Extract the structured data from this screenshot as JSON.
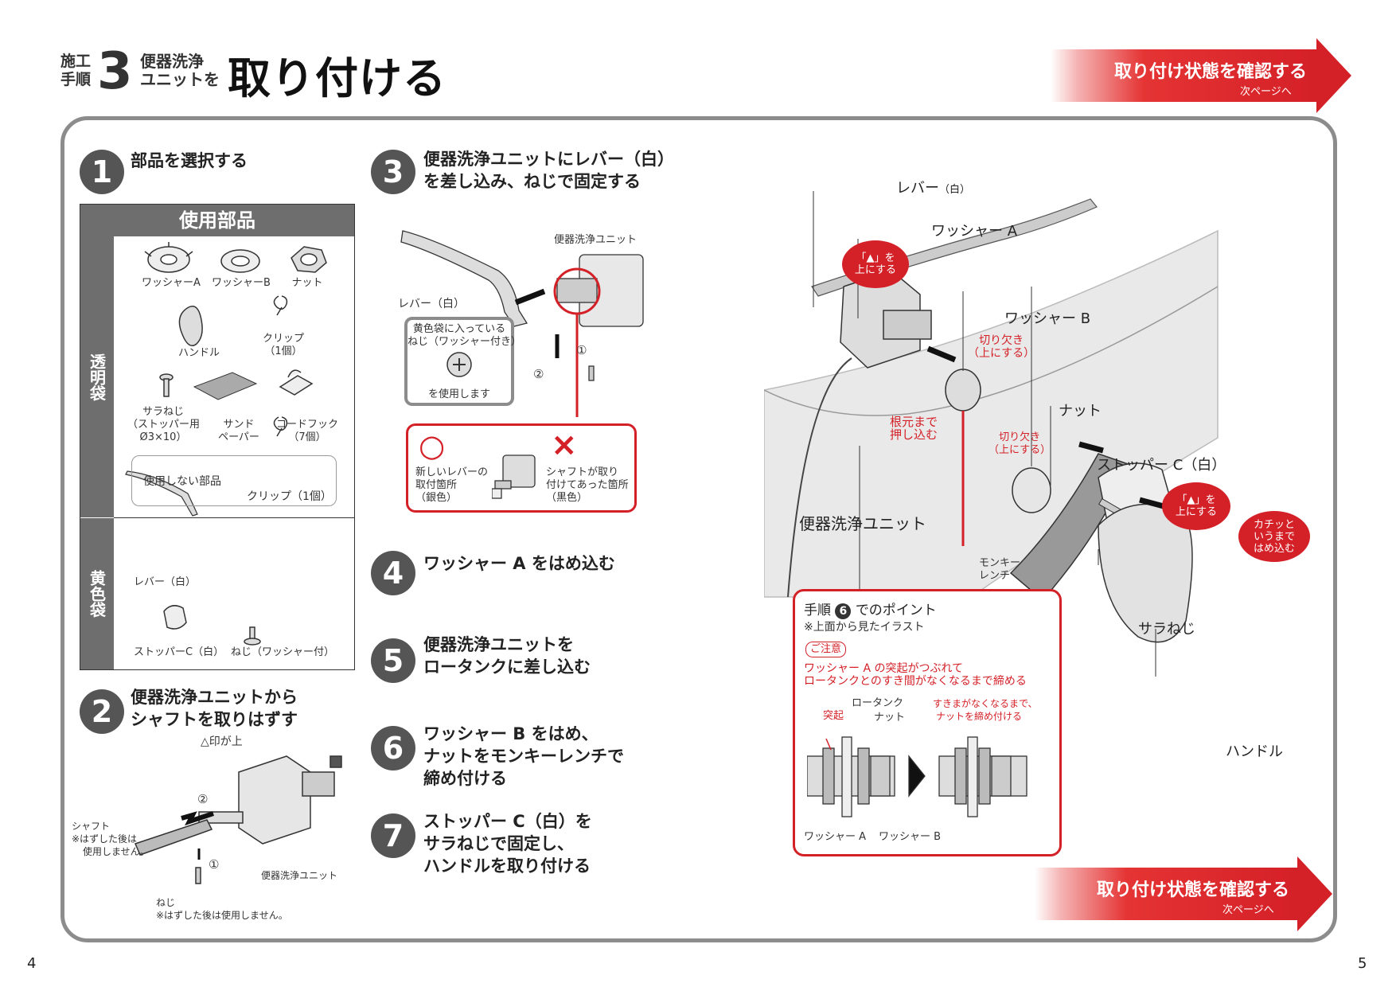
{
  "header": {
    "step_word_1": "施工",
    "step_word_2": "手順",
    "step_number": "3",
    "sub_1": "便器洗浄",
    "sub_2": "ユニットを",
    "title": "取り付ける"
  },
  "banner_top": {
    "label": "取り付け状態を確認する",
    "sub": "次ページへ"
  },
  "banner_bottom": {
    "label": "取り付け状態を確認する",
    "sub": "次ページへ"
  },
  "step1": {
    "number": "1",
    "text": "部品を選択する",
    "table_title": "使用部品",
    "clear_bag": "透明袋",
    "yellow_bag": "黄色袋",
    "parts_clear": [
      "ワッシャーA",
      "ワッシャーB",
      "ナット",
      "ハンドル",
      "クリップ",
      "（1個）",
      "サラねじ",
      "（ストッパー用",
      "Ø3×10）",
      "サンド",
      "ペーパー",
      "コードフック",
      "（7個）"
    ],
    "not_used_label": "使用しない部品",
    "not_used_item": "クリップ（1個）",
    "parts_yellow": [
      "レバー（白）",
      "ストッパーC（白）",
      "ねじ（ワッシャー付）"
    ]
  },
  "step2": {
    "number": "2",
    "text_1": "便器洗浄ユニットから",
    "text_2": "シャフトを取りはずす",
    "labels": {
      "triangle_up": "△印が上",
      "circled_2": "②",
      "circled_1": "①",
      "shaft": "シャフト",
      "shaft_note_1": "※はずした後は",
      "shaft_note_2": "使用しません。",
      "unit": "便器洗浄ユニット",
      "screw": "ねじ",
      "screw_note": "※はずした後は使用しません。"
    }
  },
  "step3": {
    "number": "3",
    "text_1": "便器洗浄ユニットにレバー（白）",
    "text_2": "を差し込み、ねじで固定する",
    "labels": {
      "unit": "便器洗浄ユニット",
      "lever": "レバー（白）",
      "bag_1": "黄色袋に入っている",
      "bag_2": "ねじ（ワッシャー付き）",
      "bag_3": "を使用します",
      "circled_1": "①",
      "circled_2": "②"
    },
    "good_mark": "○",
    "bad_mark": "×",
    "good_1": "新しいレバーの",
    "good_2": "取付箇所",
    "good_3": "（銀色）",
    "bad_1": "シャフトが取り",
    "bad_2": "付けてあった箇所",
    "bad_3": "（黒色）"
  },
  "step4": {
    "number": "4",
    "text": "ワッシャー A をはめ込む"
  },
  "step5": {
    "number": "5",
    "text_1": "便器洗浄ユニットを",
    "text_2": "ロータンクに差し込む"
  },
  "step6": {
    "number": "6",
    "text_1": "ワッシャー B をはめ、",
    "text_2": "ナットをモンキーレンチで",
    "text_3": "締め付ける"
  },
  "step7": {
    "number": "7",
    "text_1": "ストッパー C（白）を",
    "text_2": "サラねじで固定し、",
    "text_3": "ハンドルを取り付ける"
  },
  "diagram": {
    "lever": "レバー",
    "lever_suffix": "（白）",
    "washer_a": "ワッシャー A",
    "washer_b": "ワッシャー B",
    "nut": "ナット",
    "stopper_c": "ストッパー C（白）",
    "unit": "便器洗浄ユニット",
    "monkey_1": "モンキー",
    "monkey_2": "レンチ",
    "sara_screw": "サラねじ",
    "handle": "ハンドル",
    "notch_1": "切り欠き",
    "notch_2": "（上にする）",
    "push_1": "根元まで",
    "push_2": "押し込む",
    "bubble_triangle_1": "「▲」を",
    "bubble_triangle_2": "上にする",
    "bubble_stopper_1": "「▲」を",
    "bubble_stopper_2": "上にする",
    "bubble_click_1": "カチッと",
    "bubble_click_2": "いうまで",
    "bubble_click_3": "はめ込む"
  },
  "point_box": {
    "title_pre": "手順",
    "title_num": "6",
    "title_post": "でのポイント",
    "note": "※上面から見たイラスト",
    "caution": "ご注意",
    "warn_1": "ワッシャー A の突起がつぶれて",
    "warn_2": "ロータンクとのすき間がなくなるまで締める",
    "lbl_tank": "ロータンク",
    "lbl_bump": "突起",
    "lbl_nut": "ナット",
    "lbl_tip_1": "すきまがなくなるまで、",
    "lbl_tip_2": "ナットを締め付ける",
    "lbl_washer_a": "ワッシャー A",
    "lbl_washer_b": "ワッシャー B"
  },
  "pages": {
    "left": "4",
    "right": "5"
  },
  "colors": {
    "accent": "#d42027",
    "grey": "#6e6e6e",
    "frame": "#8c8c8c"
  }
}
